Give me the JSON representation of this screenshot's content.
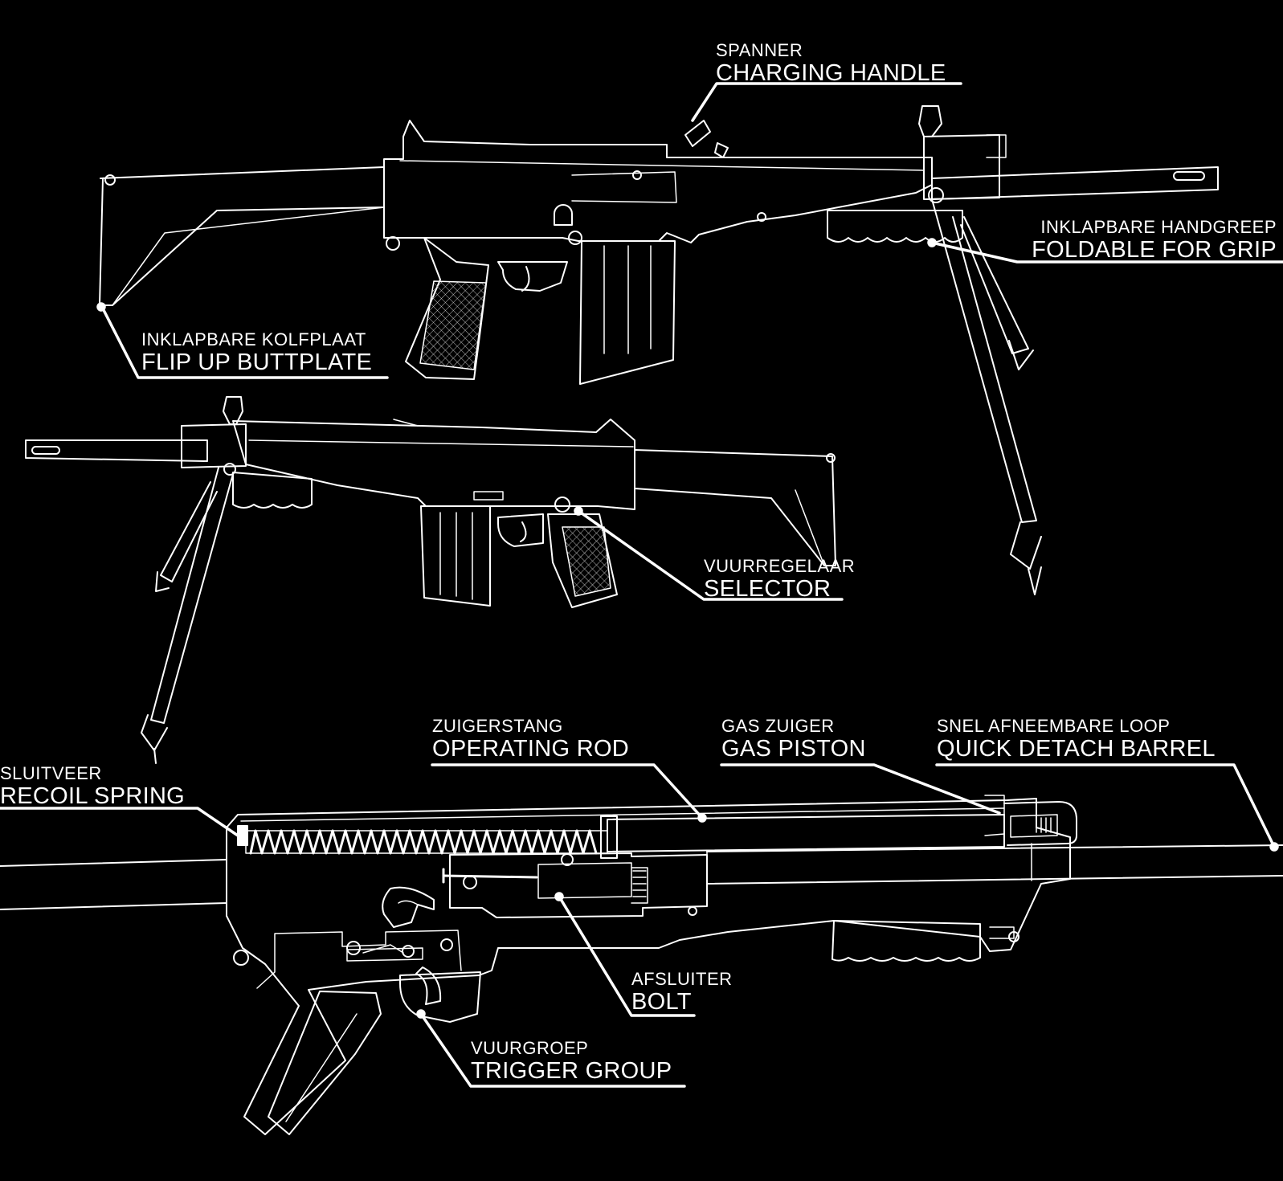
{
  "labels": {
    "charging_handle": {
      "nl": "SPANNER",
      "en": "CHARGING HANDLE"
    },
    "foldable_grip": {
      "nl": "INKLAPBARE HANDGREEP",
      "en": "FOLDABLE FOR GRIP"
    },
    "buttplate": {
      "nl": "INKLAPBARE KOLFPLAAT",
      "en": "FLIP UP BUTTPLATE"
    },
    "selector": {
      "nl": "VUURREGELAAR",
      "en": "SELECTOR"
    },
    "operating_rod": {
      "nl": "ZUIGERSTANG",
      "en": "OPERATING ROD"
    },
    "gas_piston": {
      "nl": "GAS ZUIGER",
      "en": "GAS PISTON"
    },
    "quick_detach_barrel": {
      "nl": "SNEL AFNEEMBARE LOOP",
      "en": "QUICK DETACH BARREL"
    },
    "recoil_spring": {
      "nl": "SLUITVEER",
      "en": "RECOIL SPRING"
    },
    "bolt": {
      "nl": "AFSLUITER",
      "en": "BOLT"
    },
    "trigger_group": {
      "nl": "VUURGROEP",
      "en": "TRIGGER GROUP"
    }
  },
  "colors": {
    "background": "#000000",
    "line": "#ffffff"
  }
}
